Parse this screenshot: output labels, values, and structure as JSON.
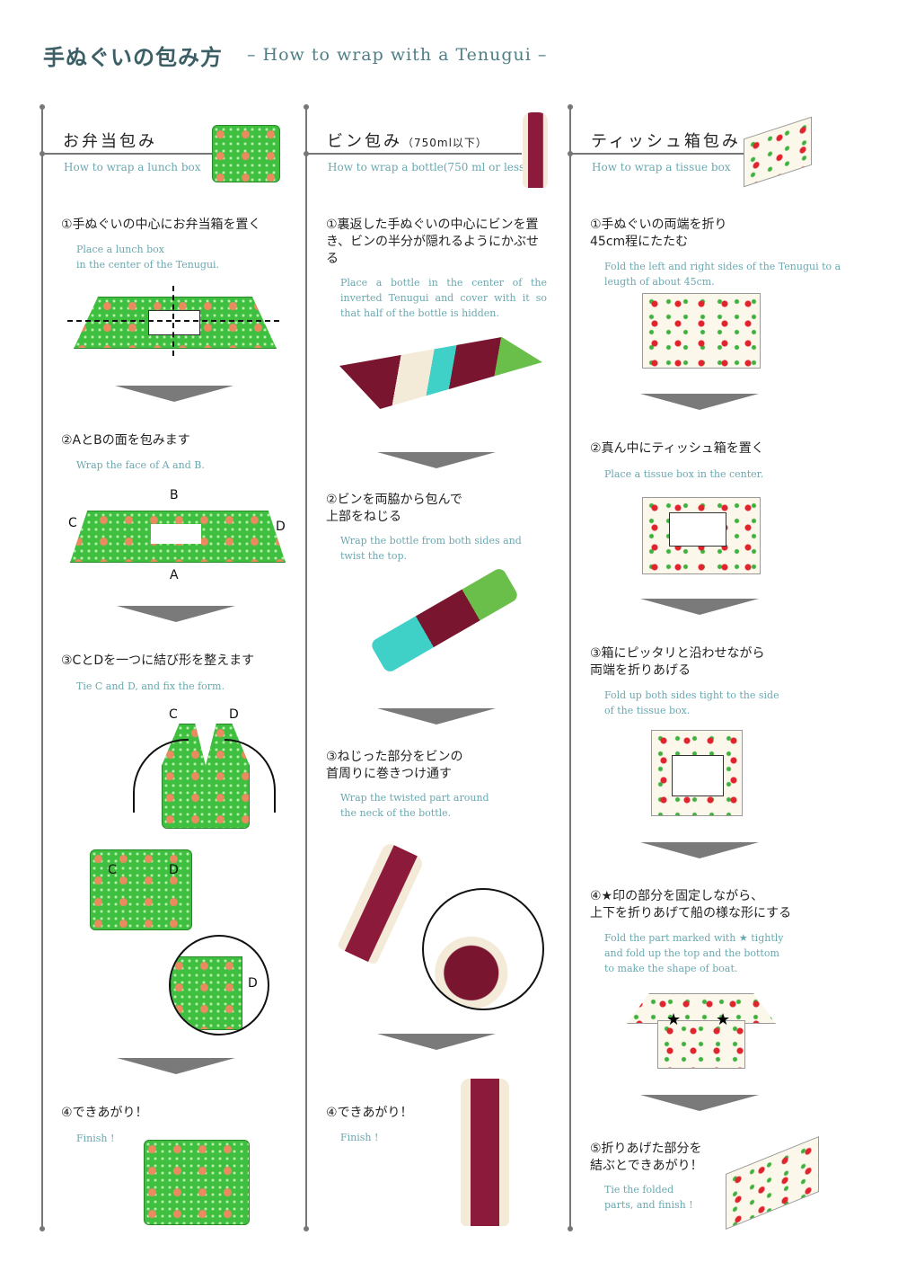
{
  "title": {
    "jp": "手ぬぐいの包み方",
    "en": "– How to wrap with a Tenugui –"
  },
  "columns": [
    {
      "title_jp": "お弁当包み",
      "title_en": "How to wrap a lunch box",
      "steps": [
        {
          "jp": "①手ぬぐいの中心にお弁当箱を置く",
          "en": "Place a lunch box\nin the center of the Tenugui."
        },
        {
          "jp": "②AとBの面を包みます",
          "en": "Wrap the face of A and B."
        },
        {
          "jp": "③CとDを一つに結び形を整えます",
          "en": "Tie C and D, and fix the form."
        },
        {
          "jp": "④できあがり！",
          "en": "Finish !"
        }
      ],
      "labels": {
        "a": "A",
        "b": "B",
        "c": "C",
        "d": "D"
      }
    },
    {
      "title_jp": "ビン包み",
      "title_note": "（750ml以下）",
      "title_en": "How to wrap a bottle(750 ml or less)",
      "steps": [
        {
          "jp": "①裏返した手ぬぐいの中心にビンを置き、ビンの半分が隠れるようにかぶせる",
          "en": "Place a bottle in the center of the inverted Tenugui and cover with it so that half of the bottle is hidden."
        },
        {
          "jp": "②ビンを両脇から包んで\n上部をねじる",
          "en": "Wrap the bottle from both sides and\ntwist the top."
        },
        {
          "jp": "③ねじった部分をビンの\n首周りに巻きつけ通す",
          "en": "Wrap the twisted part around\nthe neck of the bottle."
        },
        {
          "jp": "④できあがり！",
          "en": "Finish !"
        }
      ]
    },
    {
      "title_jp": "ティッシュ箱包み",
      "title_en": "How to wrap a tissue box",
      "steps": [
        {
          "jp": "①手ぬぐいの両端を折り\n45cm程にたたむ",
          "en": "Fold the left and right sides of the Tenugui to a\nleugth of about 45cm."
        },
        {
          "jp": "②真ん中にティッシュ箱を置く",
          "en": "Place a tissue box in the center."
        },
        {
          "jp": "③箱にピッタリと沿わせながら\n両端を折りあげる",
          "en": "Fold up both sides tight to the side\nof the tissue box."
        },
        {
          "jp": "④★印の部分を固定しながら、\n上下を折りあげて船の様な形にする",
          "en": "Fold the part marked with ★ tightly\nand fold up the top and the bottom\nto make the shape of boat."
        },
        {
          "jp": "⑤折りあげた部分を\n結ぶとできあがり！",
          "en": "Tie the folded\nparts,  and finish !"
        }
      ]
    }
  ]
}
